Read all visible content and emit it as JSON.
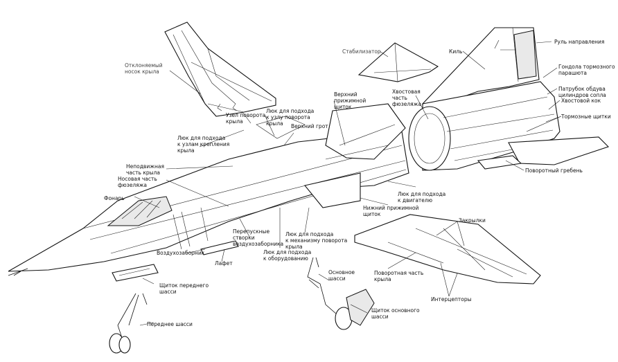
{
  "labels": {
    "otklonyaemy_nosok": "Отклоняемый\nносок крыла",
    "uzel_povorota": "Узел поворота\nкрыла",
    "lyuk_uzlu_povorota": "Люк для подхода\nк узлу поворота\nкрыла",
    "verkhny_grot": "Верхний грот",
    "lyuk_uzlam_krepleniya": "Люк для подхода\nк узлам крепления\nкрыла",
    "nepodvizhnaya_chast": "Неподвижная\nчасть крыла",
    "nosovaya_chast": "Носовая часть\nфюзеляжа",
    "fonar": "Фонарь",
    "vozdukhozabornik": "Воздухозаборник",
    "lafet": "Лафет",
    "perepusknye_stvorki": "Перепускные\nстворки\nвоздухозаборника",
    "lyuk_mekhanizmu": "Люк для подхода\nк механизму поворота\nкрыла",
    "lyuk_oborudovaniyu": "Люк для подхода\nк оборудованию",
    "shchitok_perednego": "Щиток переднего\nшасси",
    "perednee_shassi": "Переднее шасси",
    "osnovnoe_shassi": "Основное\nшасси",
    "shchitok_osnovnogo": "Щиток основного\nшасси",
    "verkhny_prizhimnoy": "Верхний\nприжимной\nщиток",
    "nizhny_prizhimnoy": "Нижний прижимной\nщиток",
    "lyuk_dvigatelyu": "Люк для подхода\nк двигателю",
    "stabilizator": "Стабилизатор",
    "kil": "Киль",
    "khvostovaya_chast": "Хвостовая\nчасть\nфюзеляжа",
    "rul_napravleniya": "Руль направления",
    "gondola": "Гондола тормозного\nпарашюта",
    "patrubok": "Патрубок обдува\nцилиндров сопла",
    "khvostovoy_kok": "Хвостовой кок",
    "tormoznye_shchitki": "Тормозные щитки",
    "povorotny_greben": "Поворотный гребень",
    "zakrylki": "Закрылки",
    "povorotnaya_chast": "Поворотная часть\nкрыла",
    "interceptory": "Интерцепторы"
  }
}
